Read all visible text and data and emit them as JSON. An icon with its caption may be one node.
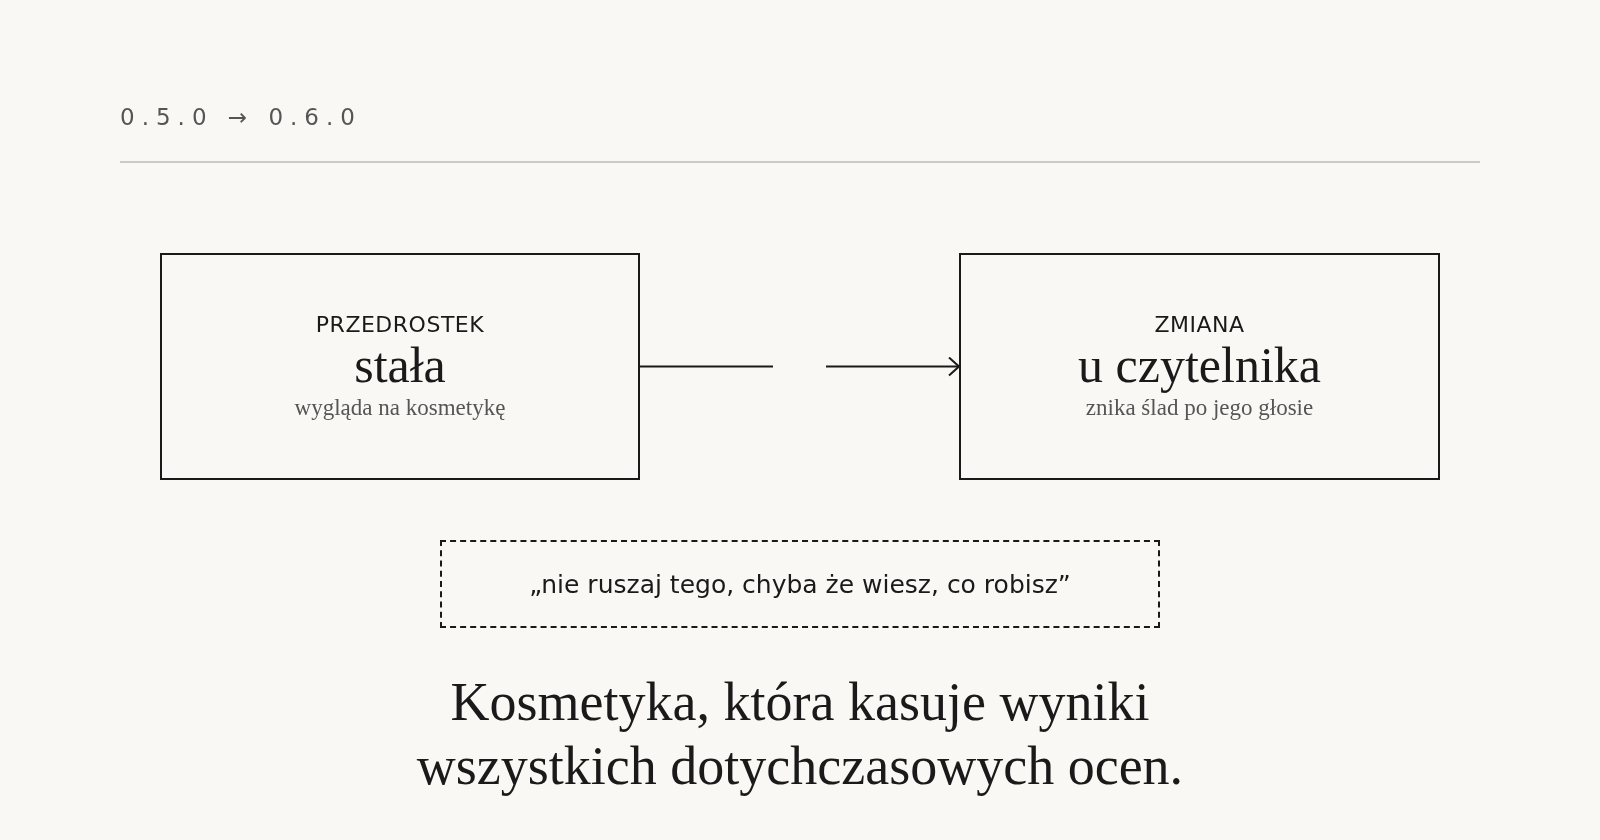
{
  "diagram": {
    "title": "0.5.0 → 0.6.0",
    "nodes": [
      {
        "text": [
          "PRZEDROSTEK",
          "stała",
          "wygląda na kosmetykę"
        ]
      },
      {
        "text": [
          "ZMIANA",
          "u czytelnika",
          "znika ślad po jego głosie"
        ]
      },
      {
        "text": [
          "„nie ruszaj tego, chyba że wiesz, co robisz”"
        ]
      }
    ],
    "edges": [
      {
        "from": 0,
        "to": 1,
        "arrow": "to"
      }
    ],
    "caption": "Kosmetyka, która kasuje wyniki wszystkich dotychczasowych ocen."
  }
}
